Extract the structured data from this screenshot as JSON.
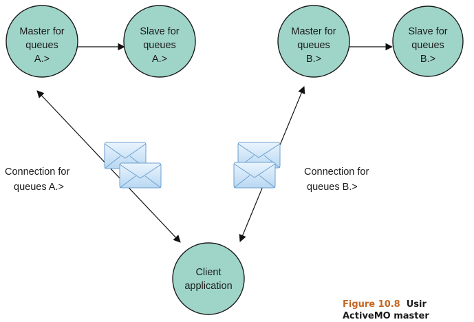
{
  "nodes": {
    "master_a": {
      "lines": [
        "Master for",
        "queues",
        "A.>"
      ]
    },
    "slave_a": {
      "lines": [
        "Slave for",
        "queues",
        "A.>"
      ]
    },
    "master_b": {
      "lines": [
        "Master for",
        "queues",
        "B.>"
      ]
    },
    "slave_b": {
      "lines": [
        "Slave for",
        "queues",
        "B.>"
      ]
    },
    "client": {
      "lines": [
        "Client",
        "application"
      ]
    }
  },
  "connections": {
    "a": {
      "lines": [
        "Connection for",
        "queues  A.>"
      ]
    },
    "b": {
      "lines": [
        "Connection for",
        "queues B.>"
      ]
    }
  },
  "caption": {
    "label": "Figure 10.8",
    "line1": "Usir",
    "line2": "ActiveMO master"
  },
  "colors": {
    "node_fill": "#9fd5c9",
    "envelope": "#cfe4f7",
    "caption_label": "#c4661f"
  },
  "icons": {
    "message": "envelope-icon"
  }
}
